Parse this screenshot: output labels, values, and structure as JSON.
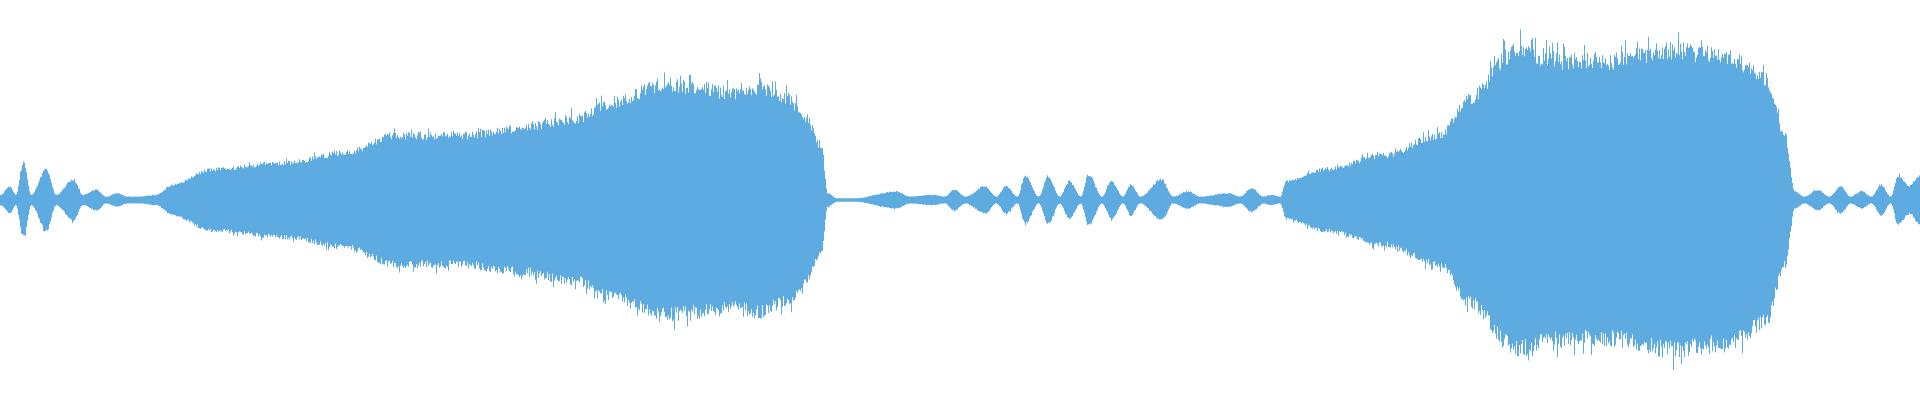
{
  "waveform": {
    "color": "#5dabe1",
    "background": "#ffffff",
    "amplitude_envelope": [
      [
        0.0,
        0.03
      ],
      [
        0.005,
        0.08
      ],
      [
        0.008,
        0.03
      ],
      [
        0.012,
        0.22
      ],
      [
        0.016,
        0.03
      ],
      [
        0.024,
        0.18
      ],
      [
        0.029,
        0.03
      ],
      [
        0.038,
        0.12
      ],
      [
        0.043,
        0.03
      ],
      [
        0.05,
        0.06
      ],
      [
        0.055,
        0.02
      ],
      [
        0.061,
        0.04
      ],
      [
        0.066,
        0.02
      ],
      [
        0.072,
        0.02
      ],
      [
        0.081,
        0.03
      ],
      [
        0.09,
        0.09
      ],
      [
        0.11,
        0.18
      ],
      [
        0.15,
        0.22
      ],
      [
        0.18,
        0.28
      ],
      [
        0.205,
        0.38
      ],
      [
        0.24,
        0.38
      ],
      [
        0.27,
        0.42
      ],
      [
        0.3,
        0.48
      ],
      [
        0.32,
        0.58
      ],
      [
        0.345,
        0.68
      ],
      [
        0.365,
        0.66
      ],
      [
        0.38,
        0.63
      ],
      [
        0.395,
        0.66
      ],
      [
        0.41,
        0.6
      ],
      [
        0.42,
        0.48
      ],
      [
        0.428,
        0.3
      ],
      [
        0.431,
        0.04
      ],
      [
        0.436,
        0.01
      ],
      [
        0.445,
        0.01
      ],
      [
        0.467,
        0.05
      ],
      [
        0.474,
        0.02
      ],
      [
        0.486,
        0.03
      ],
      [
        0.492,
        0.02
      ],
      [
        0.497,
        0.06
      ],
      [
        0.503,
        0.02
      ],
      [
        0.513,
        0.08
      ],
      [
        0.519,
        0.02
      ],
      [
        0.524,
        0.08
      ],
      [
        0.53,
        0.02
      ],
      [
        0.534,
        0.14
      ],
      [
        0.541,
        0.02
      ],
      [
        0.546,
        0.14
      ],
      [
        0.552,
        0.02
      ],
      [
        0.557,
        0.11
      ],
      [
        0.563,
        0.02
      ],
      [
        0.567,
        0.15
      ],
      [
        0.574,
        0.02
      ],
      [
        0.579,
        0.11
      ],
      [
        0.585,
        0.02
      ],
      [
        0.589,
        0.09
      ],
      [
        0.594,
        0.02
      ],
      [
        0.605,
        0.12
      ],
      [
        0.611,
        0.02
      ],
      [
        0.619,
        0.05
      ],
      [
        0.625,
        0.02
      ],
      [
        0.64,
        0.04
      ],
      [
        0.646,
        0.02
      ],
      [
        0.652,
        0.07
      ],
      [
        0.658,
        0.02
      ],
      [
        0.662,
        0.03
      ],
      [
        0.667,
        0.02
      ],
      [
        0.67,
        0.11
      ],
      [
        0.69,
        0.18
      ],
      [
        0.72,
        0.26
      ],
      [
        0.75,
        0.38
      ],
      [
        0.765,
        0.6
      ],
      [
        0.79,
        0.88
      ],
      [
        0.81,
        0.82
      ],
      [
        0.84,
        0.82
      ],
      [
        0.87,
        0.88
      ],
      [
        0.9,
        0.85
      ],
      [
        0.92,
        0.72
      ],
      [
        0.93,
        0.38
      ],
      [
        0.935,
        0.05
      ],
      [
        0.94,
        0.02
      ],
      [
        0.947,
        0.06
      ],
      [
        0.953,
        0.02
      ],
      [
        0.959,
        0.08
      ],
      [
        0.964,
        0.02
      ],
      [
        0.97,
        0.05
      ],
      [
        0.975,
        0.02
      ],
      [
        0.98,
        0.09
      ],
      [
        0.985,
        0.02
      ],
      [
        0.989,
        0.14
      ],
      [
        0.995,
        0.08
      ],
      [
        1.0,
        0.14
      ]
    ]
  }
}
